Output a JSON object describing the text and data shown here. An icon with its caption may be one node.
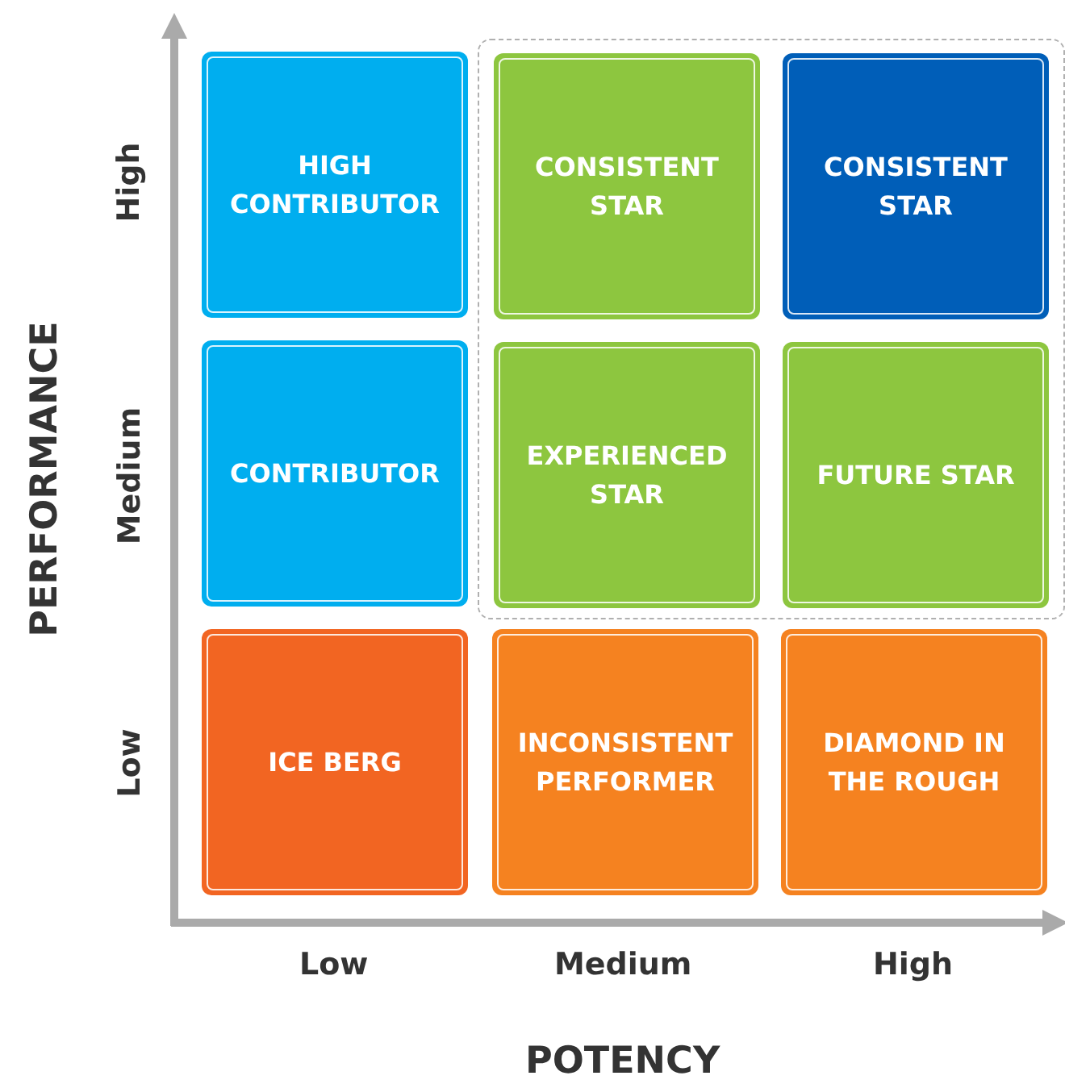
{
  "diagram": {
    "nodes": [
      {
        "text": [
          "HIGH CONTRIBUTOR"
        ]
      },
      {
        "text": [],
        "shape": "box"
      },
      {
        "text": [
          "CONSISTENT STAR"
        ],
        "in": 1
      },
      {
        "text": [
          "CONSISTENT STAR"
        ],
        "in": 1
      },
      {
        "text": [
          "CONTRIBUTOR"
        ]
      },
      {
        "text": [
          "EXPERIENCED STAR"
        ],
        "in": 1
      },
      {
        "text": [
          "FUTURE STAR"
        ],
        "in": 1
      },
      {
        "text": [
          "ICE BERG"
        ]
      },
      {
        "text": [
          "INCONSISTENT PERFORMER"
        ]
      },
      {
        "text": [
          "DIAMOND IN THE ROUGH"
        ]
      }
    ],
    "edges": [],
    "labels": [
      "High",
      "Medium",
      "Low",
      "PERFORMANCE",
      "Low",
      "Medium",
      "High",
      "POTENCY"
    ]
  }
}
